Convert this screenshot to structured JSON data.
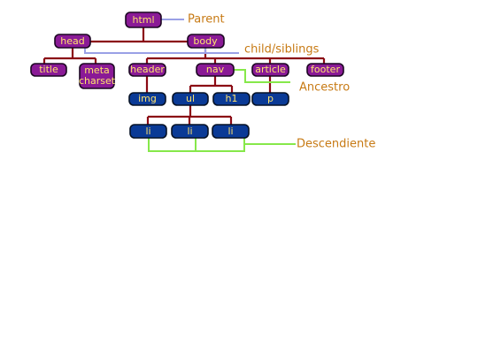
{
  "diagram": {
    "nodes": {
      "html": "html",
      "head": "head",
      "body": "body",
      "title": "title",
      "meta": [
        "meta",
        "charset"
      ],
      "header": "header",
      "nav": "nav",
      "article": "article",
      "footer": "footer",
      "img": "img",
      "ul": "ul",
      "h1": "h1",
      "p": "p",
      "li1": "li",
      "li2": "li",
      "li3": "li"
    },
    "annotations": {
      "parent": "Parent",
      "child_siblings": "child/siblings",
      "ancestro": "Ancestro",
      "descendiente": "Descendiente"
    },
    "colors": {
      "purple_fill": "#8a1a96",
      "blue_fill": "#0a3a96",
      "node_text": "#ffe36e",
      "connector": "#8b0a14",
      "parent_line": "#9aa0e6",
      "green_line": "#86e84a",
      "annotation_text": "#c77a14"
    }
  }
}
